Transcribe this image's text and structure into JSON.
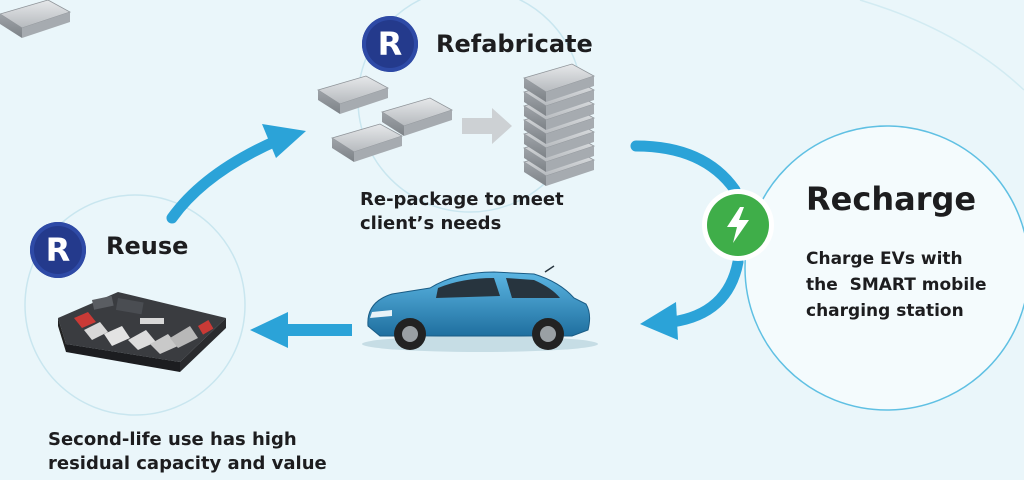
{
  "badges": {
    "reuse": "R",
    "refabricate": "R"
  },
  "reuse": {
    "title": "Reuse",
    "desc": [
      "Second-life use has high",
      "residual capacity and value"
    ]
  },
  "refabricate": {
    "title": "Refabricate",
    "desc": [
      "Re-package to meet",
      "client’s needs"
    ]
  },
  "recharge": {
    "title": "Recharge",
    "desc": [
      "Charge EVs with",
      "the  SMART mobile",
      "charging station"
    ]
  },
  "icons": {
    "badge": "letter-r-badge-icon",
    "charge": "lightning-bolt-icon",
    "flow": "curved-arrow-icon",
    "vehicle": "electric-car-icon",
    "battery": "battery-pack-icon"
  },
  "colors": {
    "background": "#eaf6fa",
    "arrow": "#2ba3d8",
    "badge": "#243a8c",
    "bolt": "#3fae49",
    "car": "#2f86bf"
  }
}
